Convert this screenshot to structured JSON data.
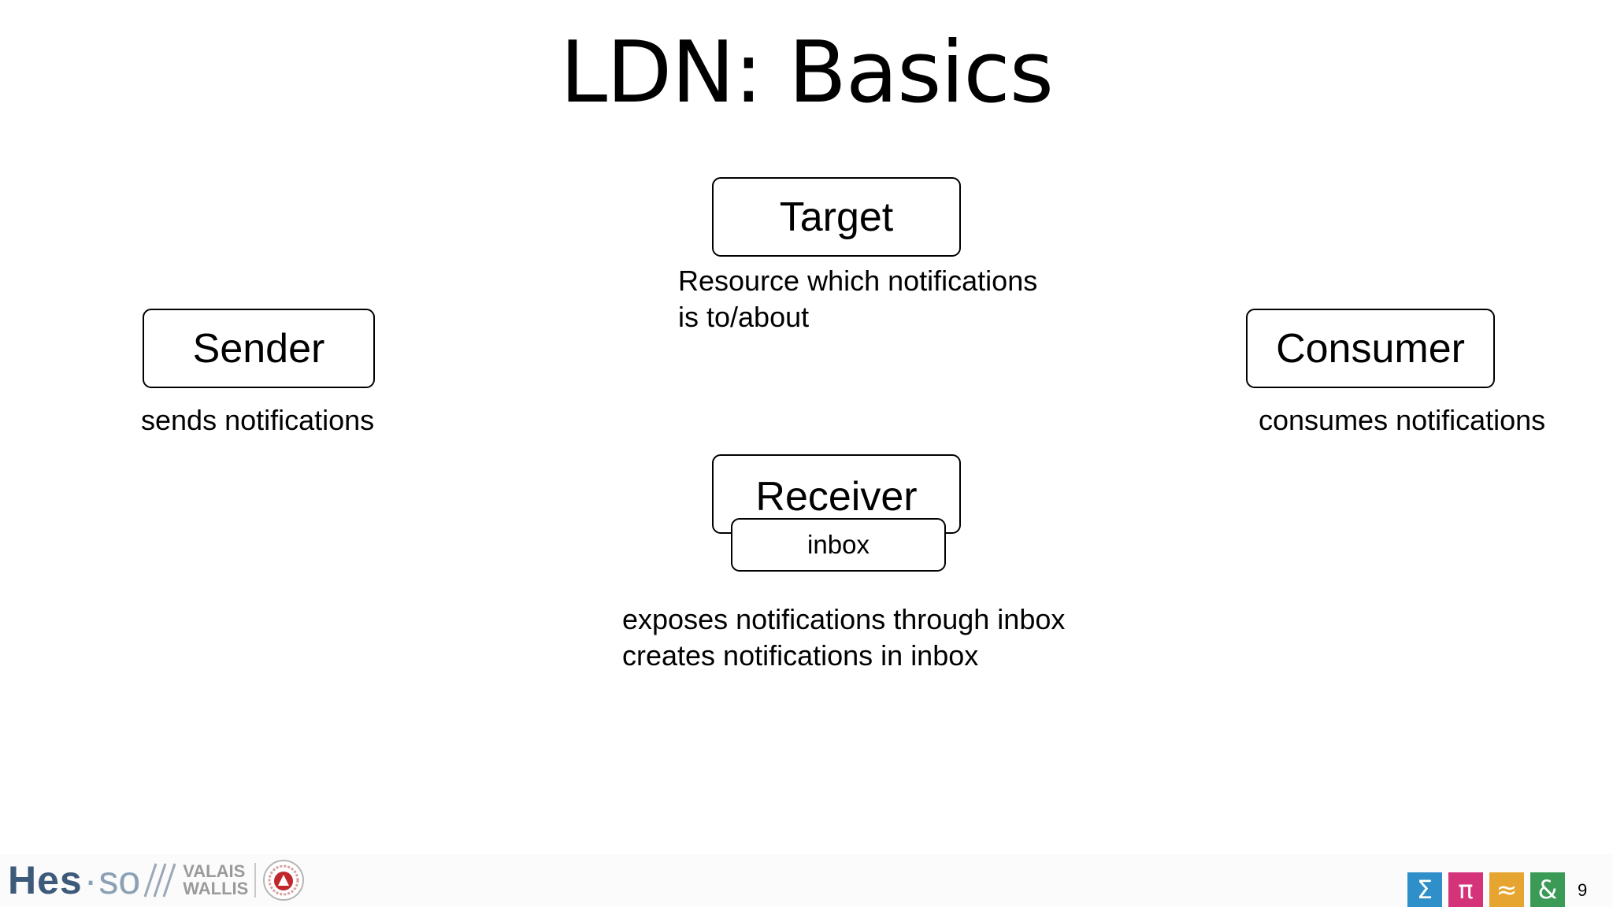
{
  "title": "LDN: Basics",
  "diagram": {
    "target": {
      "label": "Target",
      "caption_line1": "Resource which notifications",
      "caption_line2": "is to/about"
    },
    "sender": {
      "label": "Sender",
      "caption": "sends notifications"
    },
    "consumer": {
      "label": "Consumer",
      "caption": "consumes notifications"
    },
    "receiver": {
      "label": "Receiver",
      "inbox_label": "inbox",
      "caption_line1": "exposes notifications through inbox",
      "caption_line2": "creates notifications in inbox"
    }
  },
  "footer": {
    "logo_hes": "Hes",
    "logo_so": "so",
    "logo_region_line1": "VALAIS",
    "logo_region_line2": "WALLIS",
    "tiles": [
      {
        "symbol": "Σ",
        "color": "#2f8fc9"
      },
      {
        "symbol": "π",
        "color": "#d4337a"
      },
      {
        "symbol": "≈",
        "color": "#e6a531"
      },
      {
        "symbol": "&",
        "color": "#3a9a56"
      }
    ],
    "page_number": "9"
  },
  "colors": {
    "logo_primary": "#3e5a7a",
    "logo_secondary": "#8aa0b5",
    "seal_red": "#c0282d"
  }
}
